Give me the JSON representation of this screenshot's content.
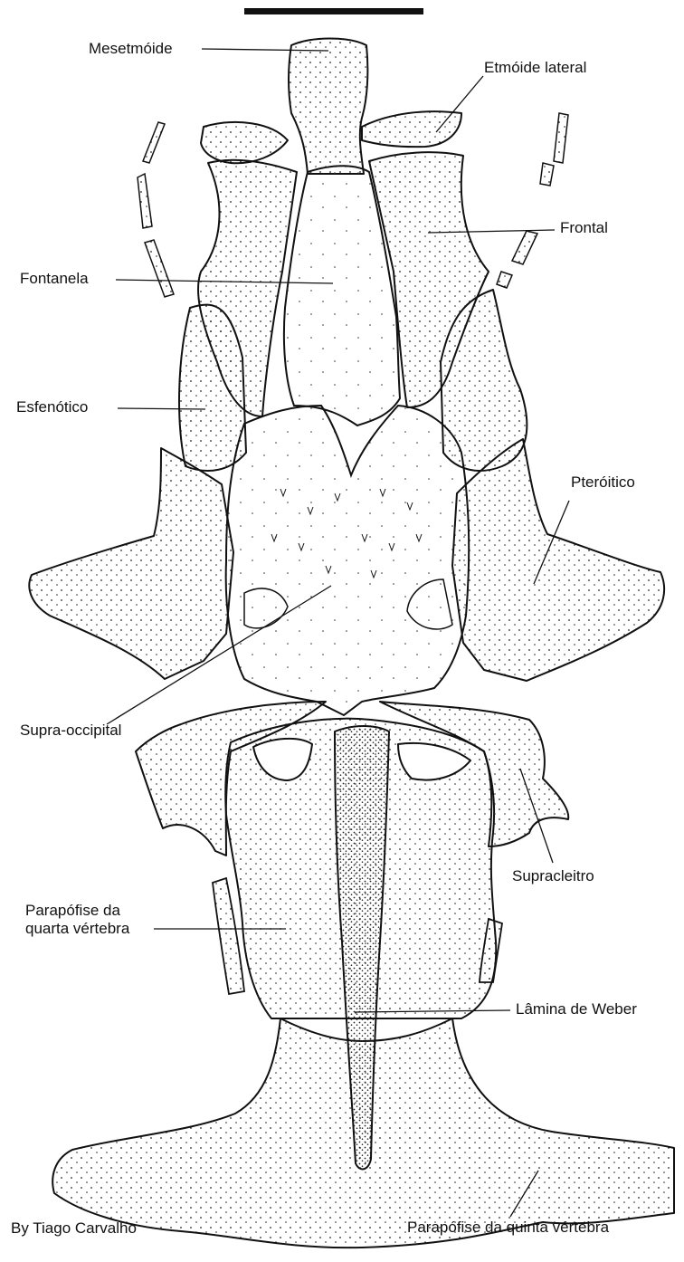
{
  "figure": {
    "credit": "By Tiago Carvalho",
    "ink_color": "#111111",
    "background_color": "#ffffff"
  },
  "labels": {
    "mesetmoide": "Mesetmóide",
    "etmoide_lateral": "Etmóide lateral",
    "frontal": "Frontal",
    "fontanela": "Fontanela",
    "esfenotico": "Esfenótico",
    "pteroitico": "Pteróitico",
    "supra_occipital": "Supra-occipital",
    "supracleitro": "Supracleitro",
    "parapofise_quarta_l1": "Parapófise da",
    "parapofise_quarta_l2": "quarta vértebra",
    "lamina_weber": "Lâmina de Weber",
    "parapofise_quinta": "Parapófise da quinta vértebra"
  }
}
